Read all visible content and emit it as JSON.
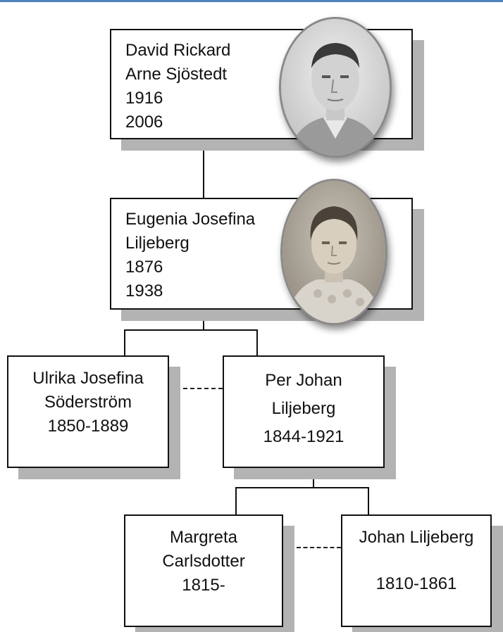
{
  "tree": {
    "david": {
      "lines": [
        "David Rickard",
        "Arne Sjöstedt",
        "1916",
        "2006"
      ],
      "portrait": "portrait-photo-man"
    },
    "eugenia": {
      "lines": [
        "Eugenia Josefina",
        "Liljeberg",
        "1876",
        "1938"
      ],
      "portrait": "portrait-photo-woman"
    },
    "ulrika": {
      "lines": [
        "Ulrika Josefina",
        "Söderström",
        "1850-1889"
      ]
    },
    "per": {
      "lines": [
        "Per Johan",
        "Liljeberg",
        "1844-1921"
      ]
    },
    "margreta": {
      "lines": [
        "Margreta",
        "Carlsdotter",
        "1815-"
      ]
    },
    "johan": {
      "lines": [
        "Johan Liljeberg",
        "1810-1861"
      ]
    }
  },
  "colors": {
    "rule": "#4f81bd",
    "box_border": "#111111",
    "shadow": "#b3b3b3"
  }
}
